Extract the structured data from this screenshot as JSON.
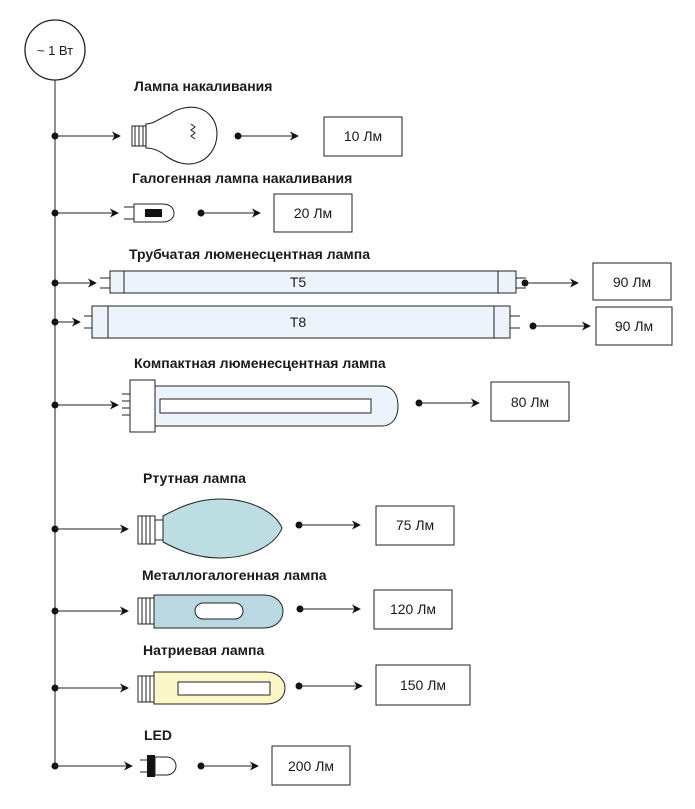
{
  "source": {
    "label": "~ 1 Вт"
  },
  "lamps": [
    {
      "name": "Лампа накаливания",
      "output": "10 Лм"
    },
    {
      "name": "Галогенная лампа накаливания",
      "output": "20 Лм"
    },
    {
      "name": "Трубчатая люменесцентная лампа",
      "variants": [
        {
          "label": "T5",
          "output": "90 Лм"
        },
        {
          "label": "T8",
          "output": "90 Лм"
        }
      ]
    },
    {
      "name": "Компактная люменесцентная лампа",
      "output": "80 Лм"
    },
    {
      "name": "Ртутная лампа",
      "output": "75 Лм"
    },
    {
      "name": "Металлогалогенная лампа",
      "output": "120 Лм"
    },
    {
      "name": "Натриевая лампа",
      "output": "150 Лм"
    },
    {
      "name": "LED",
      "output": "200 Лм"
    }
  ],
  "colors": {
    "line": "#222222",
    "tube_fill": "#edf3fb",
    "mercury_fill": "#bcdde2",
    "metal_halide_fill": "#b9d8e2",
    "sodium_fill": "#fdf6c8"
  }
}
